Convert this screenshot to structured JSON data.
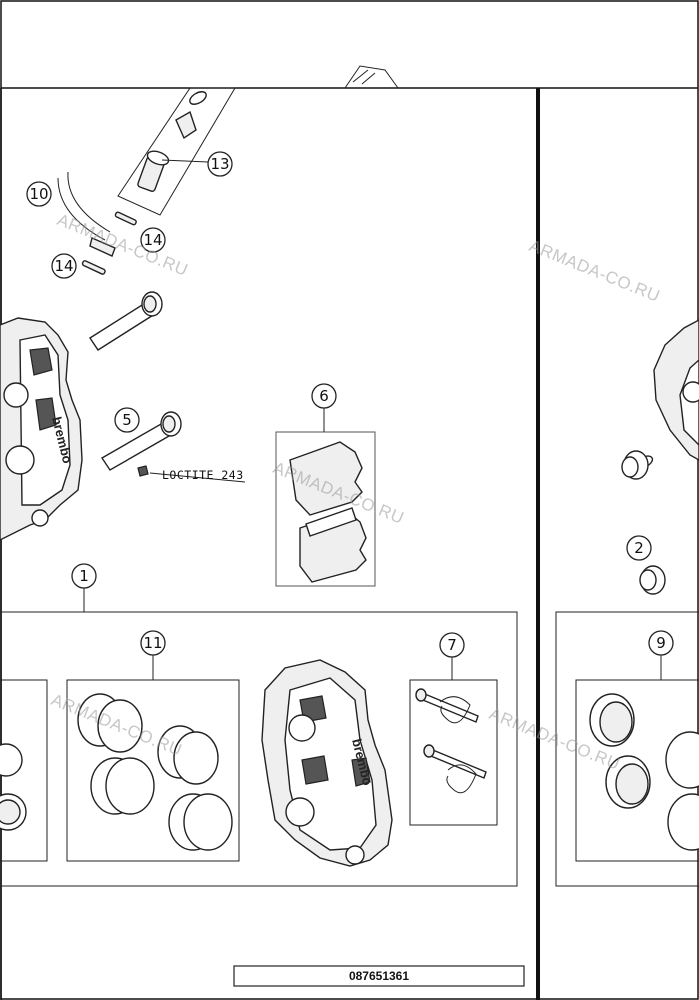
{
  "callouts": [
    "1",
    "2",
    "5",
    "6",
    "7",
    "9",
    "10",
    "11",
    "13",
    "14",
    "14"
  ],
  "loctite_label": "LOCTITE 243",
  "brand_text": "brembo",
  "watermark": "ARMADA-CO.RU",
  "part_number": "087651361"
}
